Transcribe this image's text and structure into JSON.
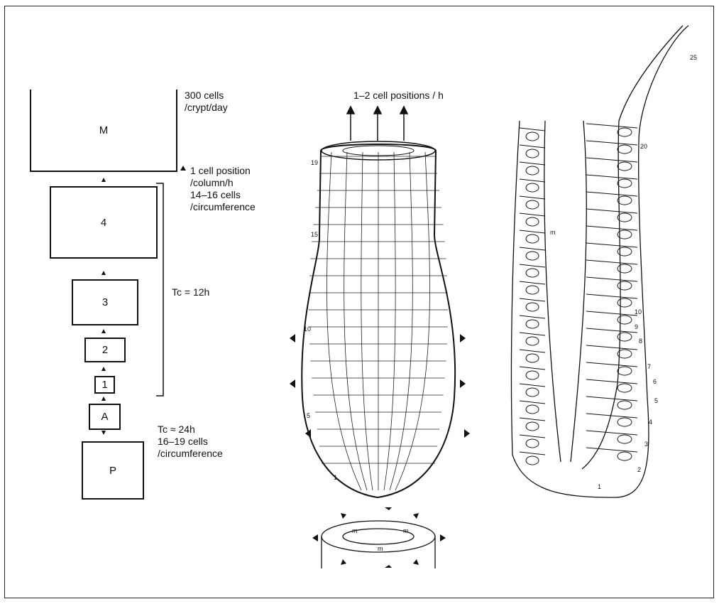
{
  "flow": {
    "boxes": {
      "m": "M",
      "b4": "4",
      "b3": "3",
      "b2": "2",
      "b1": "1",
      "a": "A",
      "p": "P"
    },
    "output": [
      "300 cells",
      "/crypt/day"
    ],
    "migration": [
      "1 cell position",
      "/column/h",
      "14–16 cells",
      "/circumference"
    ],
    "tc_transit": "Tc = 12h",
    "stem": [
      "Tc ≈ 24h",
      "16–19 cells",
      "/circumference"
    ]
  },
  "crypt_model": {
    "top_label": "1–2 cell positions / h",
    "position_labels": [
      "19",
      "15",
      "10",
      "5",
      "1"
    ],
    "ring_labels": [
      "m",
      "m",
      "m"
    ]
  },
  "section": {
    "position_labels": [
      "25",
      "20",
      "10",
      "9",
      "8",
      "7",
      "6",
      "5",
      "4",
      "3",
      "2",
      "1"
    ],
    "mitosis_label": "m"
  }
}
